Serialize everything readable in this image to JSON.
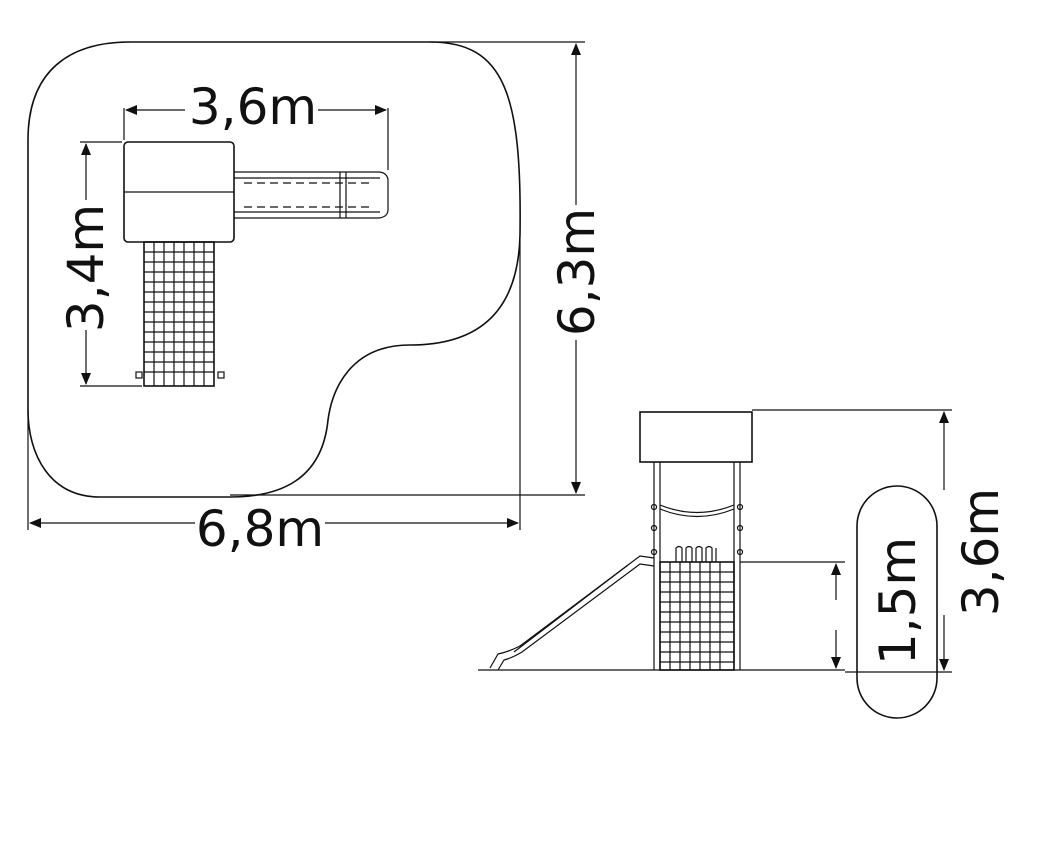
{
  "plan_view": {
    "width_label": "6,8m",
    "depth_label": "6,3m",
    "platform_width_label": "3,6m",
    "platform_depth_label": "3,4m"
  },
  "side_view": {
    "height_label": "3,6m",
    "platform_height_label": "1,5m"
  },
  "colors": {
    "ink": "#111111",
    "background": "#ffffff"
  }
}
